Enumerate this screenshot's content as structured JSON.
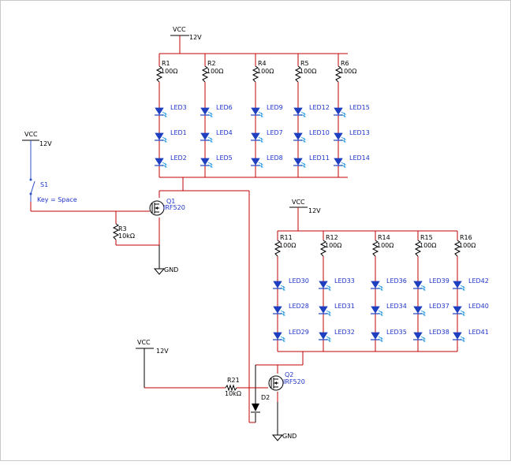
{
  "colors": {
    "wire": "#c00000",
    "component": "#000000",
    "led": "#1e3fbf",
    "led_label": "#1e33c8",
    "led_rays": "#3aa0e0"
  },
  "power": {
    "vcc_top": {
      "name": "VCC",
      "voltage": "12V"
    },
    "vcc_switch": {
      "name": "VCC",
      "voltage": "12V"
    },
    "vcc_right": {
      "name": "VCC",
      "voltage": "12V"
    },
    "vcc_bottom": {
      "name": "VCC",
      "voltage": "12V"
    }
  },
  "switch": {
    "ref": "S1",
    "key": "Key = Space"
  },
  "transistors": [
    {
      "ref": "Q1",
      "part": "IRF520"
    },
    {
      "ref": "Q2",
      "part": "IRF520"
    }
  ],
  "resistors": {
    "r3": {
      "ref": "R3",
      "value": "10kΩ"
    },
    "r21": {
      "ref": "R21",
      "value": "10kΩ"
    }
  },
  "diode": {
    "ref": "D2"
  },
  "grounds": [
    {
      "label": "GND"
    },
    {
      "label": "GND"
    }
  ],
  "top_bank": [
    {
      "resistor": "R1",
      "value": "100Ω",
      "leds": [
        "LED3",
        "LED1",
        "LED2"
      ]
    },
    {
      "resistor": "R2",
      "value": "100Ω",
      "leds": [
        "LED6",
        "LED4",
        "LED5"
      ]
    },
    {
      "resistor": "R4",
      "value": "100Ω",
      "leds": [
        "LED9",
        "LED7",
        "LED8"
      ]
    },
    {
      "resistor": "R5",
      "value": "100Ω",
      "leds": [
        "LED12",
        "LED10",
        "LED11"
      ]
    },
    {
      "resistor": "R6",
      "value": "100Ω",
      "leds": [
        "LED15",
        "LED13",
        "LED14"
      ]
    }
  ],
  "bottom_bank": [
    {
      "resistor": "R11",
      "value": "100Ω",
      "leds": [
        "LED30",
        "LED28",
        "LED29"
      ]
    },
    {
      "resistor": "R12",
      "value": "100Ω",
      "leds": [
        "LED33",
        "LED31",
        "LED32"
      ]
    },
    {
      "resistor": "R14",
      "value": "100Ω",
      "leds": [
        "LED36",
        "LED34",
        "LED35"
      ]
    },
    {
      "resistor": "R15",
      "value": "100Ω",
      "leds": [
        "LED39",
        "LED37",
        "LED38"
      ]
    },
    {
      "resistor": "R16",
      "value": "100Ω",
      "leds": [
        "LED42",
        "LED40",
        "LED41"
      ]
    }
  ]
}
